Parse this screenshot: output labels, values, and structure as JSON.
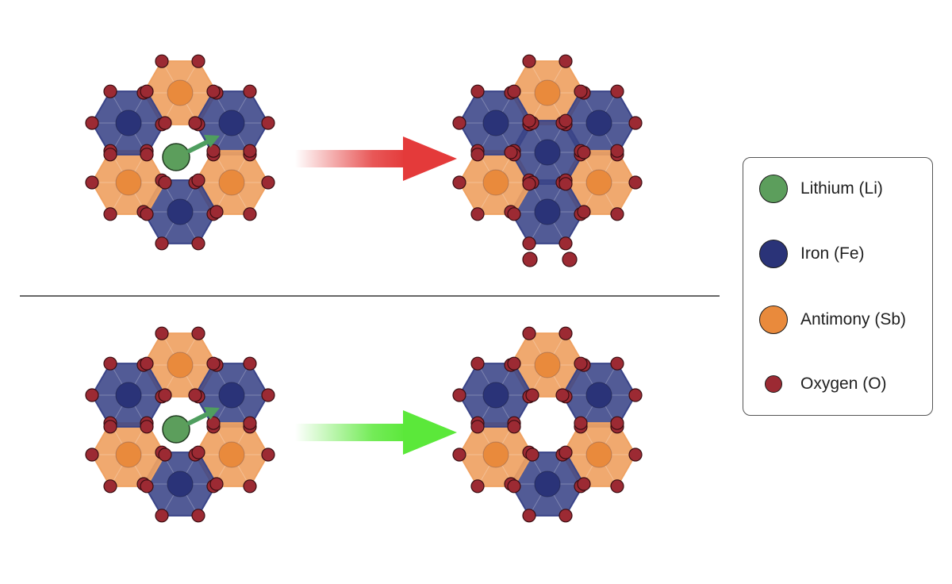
{
  "colors": {
    "lithium": "#5c9e5c",
    "iron_fill": "#3a4488",
    "iron_center": "#2a3378",
    "antimony_fill": "#efa263",
    "antimony_center": "#e98a3c",
    "oxygen": "#9c2a33",
    "divider": "#333333",
    "arrow_fail": "#e43a3a",
    "arrow_success": "#5be83a",
    "arrow_li_move": "#4f9e5f"
  },
  "panels": [
    {
      "id": "top-left",
      "state": "before",
      "li_present": true
    },
    {
      "id": "top-right",
      "state": "after-collapsed",
      "li_present": false
    },
    {
      "id": "bottom-left",
      "state": "before",
      "li_present": true
    },
    {
      "id": "bottom-right",
      "state": "after-intact",
      "li_present": false
    }
  ],
  "transitions": [
    {
      "id": "top",
      "outcome": "fail",
      "color_key": "arrow_fail"
    },
    {
      "id": "bottom",
      "outcome": "success",
      "color_key": "arrow_success"
    }
  ],
  "legend": {
    "items": [
      {
        "label": "Lithium (Li)",
        "color_key": "lithium",
        "size": "big"
      },
      {
        "label": "Iron (Fe)",
        "color_key": "iron_center",
        "size": "big"
      },
      {
        "label": "Antimony (Sb)",
        "color_key": "antimony_center",
        "size": "big"
      },
      {
        "label": "Oxygen (O)",
        "color_key": "oxygen",
        "size": "small"
      }
    ]
  }
}
